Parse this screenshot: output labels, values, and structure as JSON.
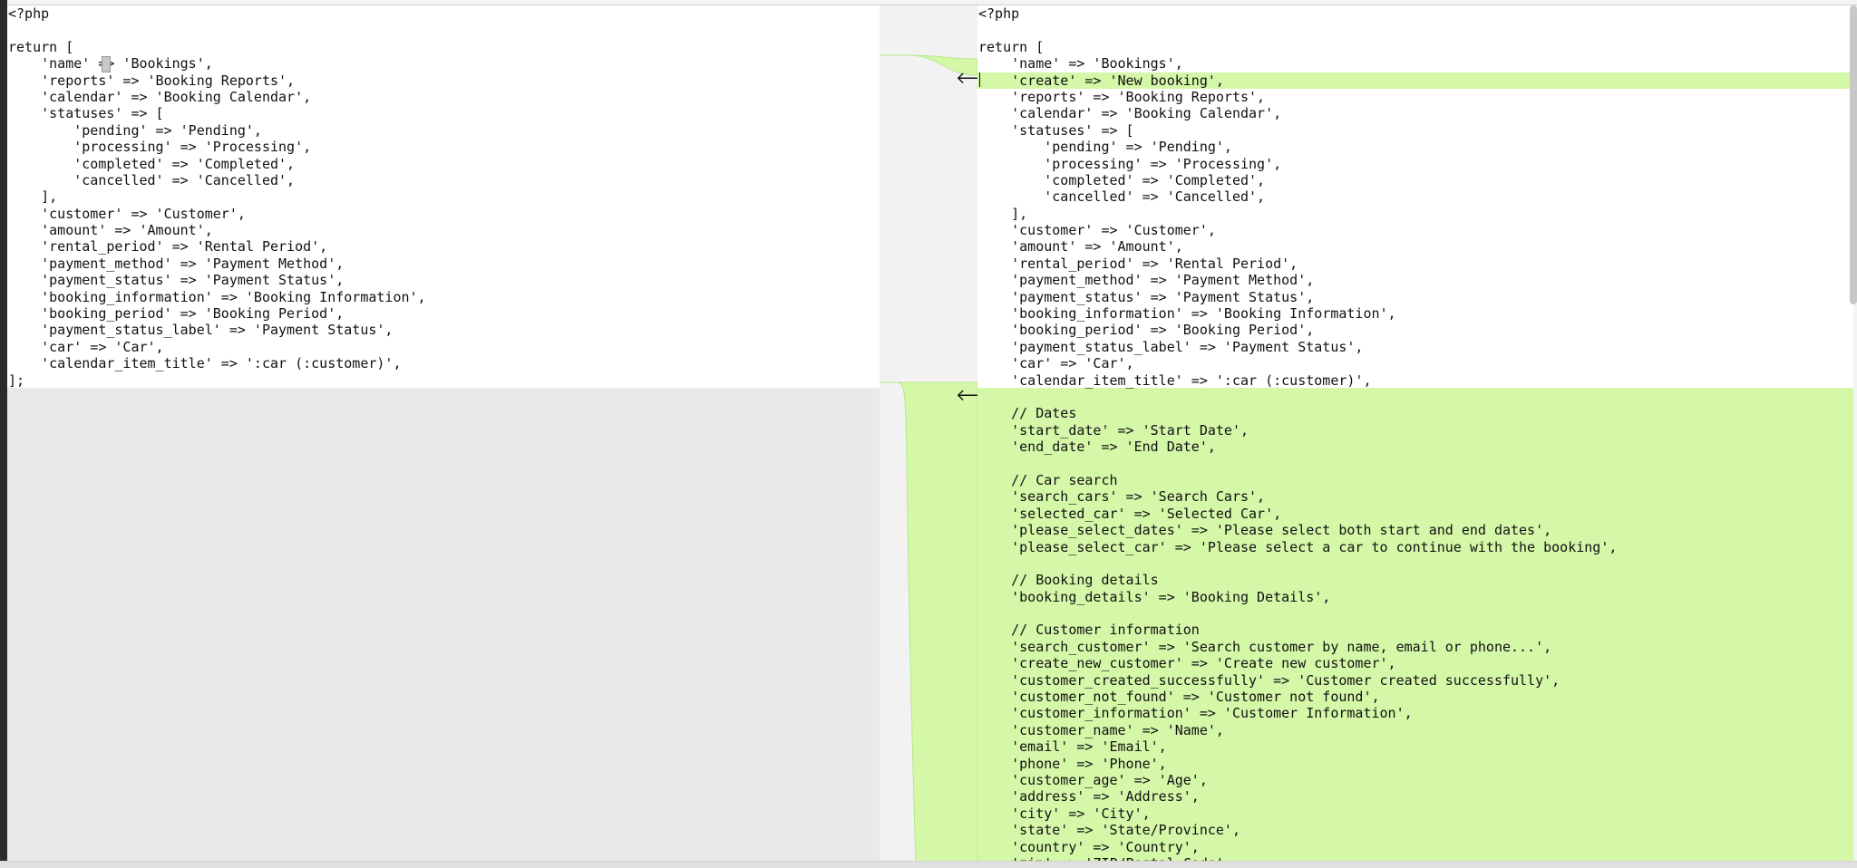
{
  "colors": {
    "added_bg": "#d4f7a8",
    "connector": "#b8e88c",
    "left_empty_bg": "#e9e9e9",
    "text": "#111111"
  },
  "icons": {
    "merge_arrow": "arrow-left-icon"
  },
  "left_lines": [
    "<?php",
    "",
    "return [",
    "    'name' => 'Bookings',",
    "    'reports' => 'Booking Reports',",
    "    'calendar' => 'Booking Calendar',",
    "    'statuses' => [",
    "        'pending' => 'Pending',",
    "        'processing' => 'Processing',",
    "        'completed' => 'Completed',",
    "        'cancelled' => 'Cancelled',",
    "    ],",
    "    'customer' => 'Customer',",
    "    'amount' => 'Amount',",
    "    'rental_period' => 'Rental Period',",
    "    'payment_method' => 'Payment Method',",
    "    'payment_status' => 'Payment Status',",
    "    'booking_information' => 'Booking Information',",
    "    'booking_period' => 'Booking Period',",
    "    'payment_status_label' => 'Payment Status',",
    "    'car' => 'Car',",
    "    'calendar_item_title' => ':car (:customer)',",
    "];"
  ],
  "right_lines": [
    {
      "text": "<?php",
      "added": false
    },
    {
      "text": "",
      "added": false
    },
    {
      "text": "return [",
      "added": false
    },
    {
      "text": "    'name' => 'Bookings',",
      "added": false
    },
    {
      "text": "    'create' => 'New booking',",
      "added": true
    },
    {
      "text": "    'reports' => 'Booking Reports',",
      "added": false
    },
    {
      "text": "    'calendar' => 'Booking Calendar',",
      "added": false
    },
    {
      "text": "    'statuses' => [",
      "added": false
    },
    {
      "text": "        'pending' => 'Pending',",
      "added": false
    },
    {
      "text": "        'processing' => 'Processing',",
      "added": false
    },
    {
      "text": "        'completed' => 'Completed',",
      "added": false
    },
    {
      "text": "        'cancelled' => 'Cancelled',",
      "added": false
    },
    {
      "text": "    ],",
      "added": false
    },
    {
      "text": "    'customer' => 'Customer',",
      "added": false
    },
    {
      "text": "    'amount' => 'Amount',",
      "added": false
    },
    {
      "text": "    'rental_period' => 'Rental Period',",
      "added": false
    },
    {
      "text": "    'payment_method' => 'Payment Method',",
      "added": false
    },
    {
      "text": "    'payment_status' => 'Payment Status',",
      "added": false
    },
    {
      "text": "    'booking_information' => 'Booking Information',",
      "added": false
    },
    {
      "text": "    'booking_period' => 'Booking Period',",
      "added": false
    },
    {
      "text": "    'payment_status_label' => 'Payment Status',",
      "added": false
    },
    {
      "text": "    'car' => 'Car',",
      "added": false
    },
    {
      "text": "    'calendar_item_title' => ':car (:customer)',",
      "added": false
    },
    {
      "text": "",
      "added": true
    },
    {
      "text": "    // Dates",
      "added": true
    },
    {
      "text": "    'start_date' => 'Start Date',",
      "added": true
    },
    {
      "text": "    'end_date' => 'End Date',",
      "added": true
    },
    {
      "text": "",
      "added": true
    },
    {
      "text": "    // Car search",
      "added": true
    },
    {
      "text": "    'search_cars' => 'Search Cars',",
      "added": true
    },
    {
      "text": "    'selected_car' => 'Selected Car',",
      "added": true
    },
    {
      "text": "    'please_select_dates' => 'Please select both start and end dates',",
      "added": true
    },
    {
      "text": "    'please_select_car' => 'Please select a car to continue with the booking',",
      "added": true
    },
    {
      "text": "",
      "added": true
    },
    {
      "text": "    // Booking details",
      "added": true
    },
    {
      "text": "    'booking_details' => 'Booking Details',",
      "added": true
    },
    {
      "text": "",
      "added": true
    },
    {
      "text": "    // Customer information",
      "added": true
    },
    {
      "text": "    'search_customer' => 'Search customer by name, email or phone...',",
      "added": true
    },
    {
      "text": "    'create_new_customer' => 'Create new customer',",
      "added": true
    },
    {
      "text": "    'customer_created_successfully' => 'Customer created successfully',",
      "added": true
    },
    {
      "text": "    'customer_not_found' => 'Customer not found',",
      "added": true
    },
    {
      "text": "    'customer_information' => 'Customer Information',",
      "added": true
    },
    {
      "text": "    'customer_name' => 'Name',",
      "added": true
    },
    {
      "text": "    'email' => 'Email',",
      "added": true
    },
    {
      "text": "    'phone' => 'Phone',",
      "added": true
    },
    {
      "text": "    'customer_age' => 'Age',",
      "added": true
    },
    {
      "text": "    'address' => 'Address',",
      "added": true
    },
    {
      "text": "    'city' => 'City',",
      "added": true
    },
    {
      "text": "    'state' => 'State/Province',",
      "added": true
    },
    {
      "text": "    'country' => 'Country',",
      "added": true
    },
    {
      "text": "    'zip' => 'ZIP/Postal Code',",
      "added": true
    }
  ]
}
